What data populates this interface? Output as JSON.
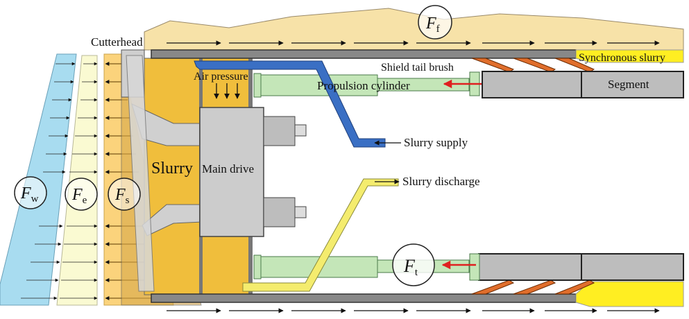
{
  "labels": {
    "cutterhead": "Cutterhead",
    "air_pressure": "Air pressure",
    "shield_tail_brush": "Shield tail brush",
    "synchronous_slurry": "Synchronous slurry",
    "propulsion_cylinder": "Propulsion cylinder",
    "segment_top": "Segment",
    "slurry": "Slurry",
    "main_drive": "Main drive",
    "slurry_supply": "Slurry supply",
    "slurry_discharge": "Slurry discharge"
  },
  "forces": {
    "ff": {
      "symbol": "F",
      "sub": "f"
    },
    "ft": {
      "symbol": "F",
      "sub": "t"
    },
    "fw": {
      "symbol": "F",
      "sub": "w"
    },
    "fe": {
      "symbol": "F",
      "sub": "e"
    },
    "fs": {
      "symbol": "F",
      "sub": "s"
    }
  },
  "colors": {
    "soil": "#f7e2a8",
    "slurry_chamber": "#f0be3c",
    "water_pressure": "#a8dcf0",
    "earth_pressure": "#fafad2",
    "support_pressure": "#fbcf6e",
    "shield_grey": "#888888",
    "drive_grey": "#cccccc",
    "cylinder_green": "#c4e6b8",
    "supply_pipe": "#3a6fc4",
    "discharge_pipe": "#f4ec6e",
    "brush_orange": "#e06e2c",
    "sync_slurry": "#ffee22",
    "thrust_arrow": "#e02020"
  }
}
